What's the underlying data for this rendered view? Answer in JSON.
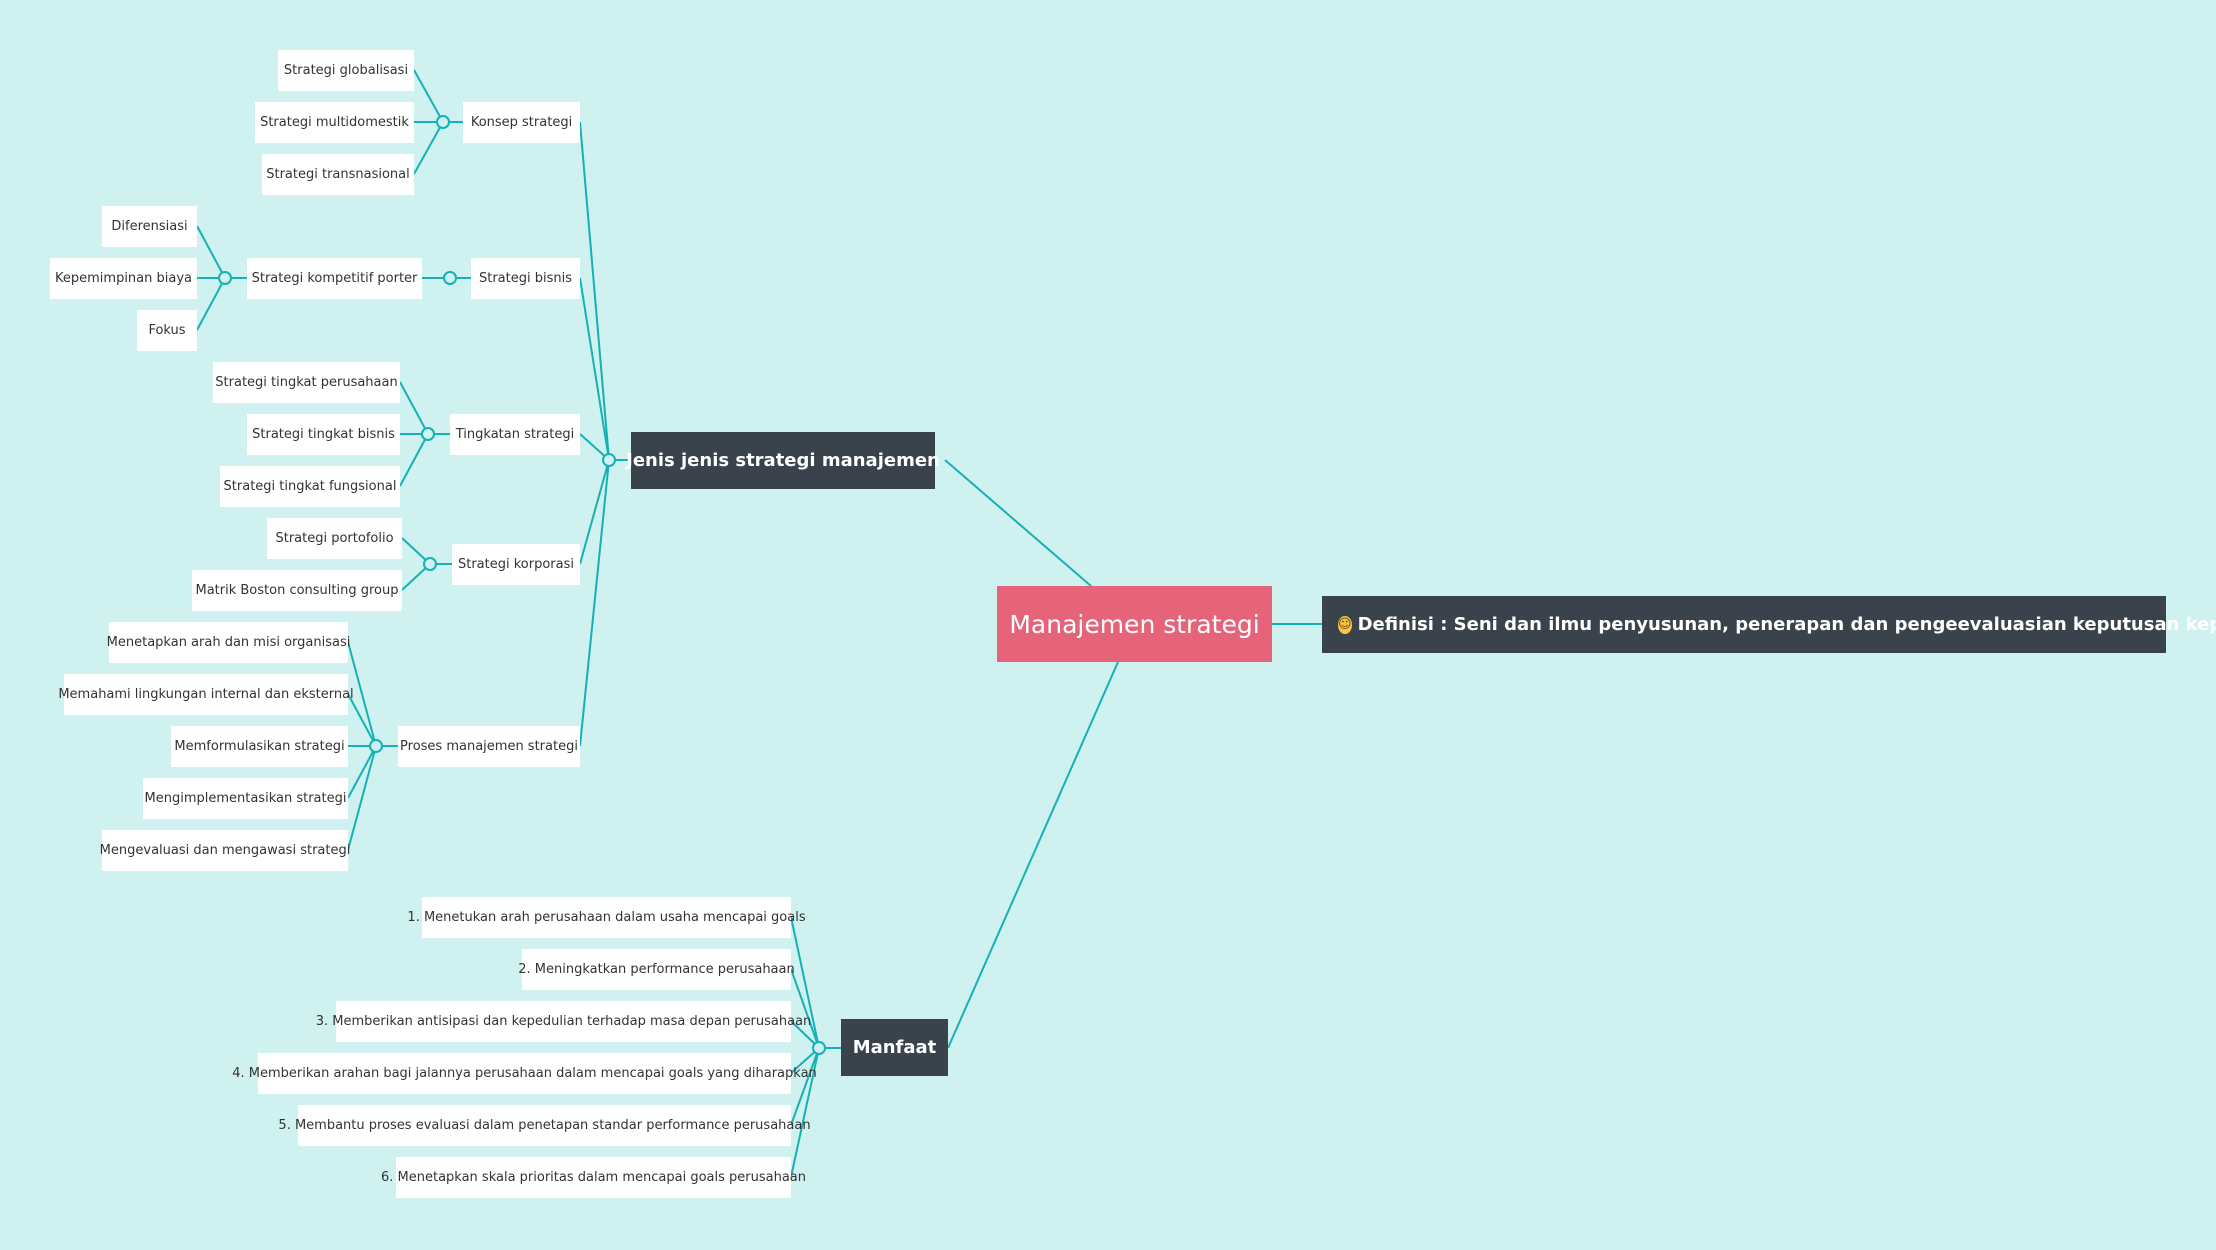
{
  "colors": {
    "background": "#cff1ef",
    "connector": "#16b1b5",
    "root": "#e5647a",
    "dark_node": "#3a434c",
    "leaf": "#ffffff"
  },
  "root": {
    "label": "Manajemen strategi"
  },
  "definition": {
    "icon": "smiley-emoji-icon",
    "emoji": "☺",
    "label": "Definisi : Seni dan ilmu penyusunan, penerapan dan pengeevaluasian keputusan keputusan"
  },
  "jenis": {
    "label": "Jenis jenis strategi manajemen",
    "konsep": {
      "label": "Konsep strategi",
      "items": [
        "Strategi globalisasi",
        "Strategi multidomestik",
        "Strategi transnasional"
      ]
    },
    "bisnis": {
      "label": "Strategi bisnis",
      "porter": {
        "label": "Strategi kompetitif porter",
        "items": [
          "Diferensiasi",
          "Kepemimpinan biaya",
          "Fokus"
        ]
      }
    },
    "tingkatan": {
      "label": "Tingkatan strategi",
      "items": [
        "Strategi tingkat perusahaan",
        "Strategi tingkat bisnis",
        "Strategi tingkat fungsional"
      ]
    },
    "korporasi": {
      "label": "Strategi korporasi",
      "items": [
        "Strategi portofolio",
        "Matrik Boston consulting group"
      ]
    },
    "proses": {
      "label": "Proses manajemen strategi",
      "items": [
        "Menetapkan arah dan misi organisasi",
        "Memahami lingkungan internal dan eksternal",
        "Memformulasikan strategi",
        "Mengimplementasikan strategi",
        "Mengevaluasi dan mengawasi strategi"
      ]
    }
  },
  "manfaat": {
    "label": "Manfaat",
    "items": [
      "1. Menetukan arah perusahaan dalam usaha mencapai goals",
      "2. Meningkatkan performance perusahaan",
      "3. Memberikan antisipasi dan kepedulian terhadap masa depan perusahaan",
      "4. Memberikan arahan bagi jalannya perusahaan dalam mencapai goals yang diharapkan",
      "5. Membantu proses evaluasi dalam penetapan standar performance perusahaan",
      "6. Menetapkan skala prioritas dalam mencapai goals perusahaan"
    ]
  }
}
